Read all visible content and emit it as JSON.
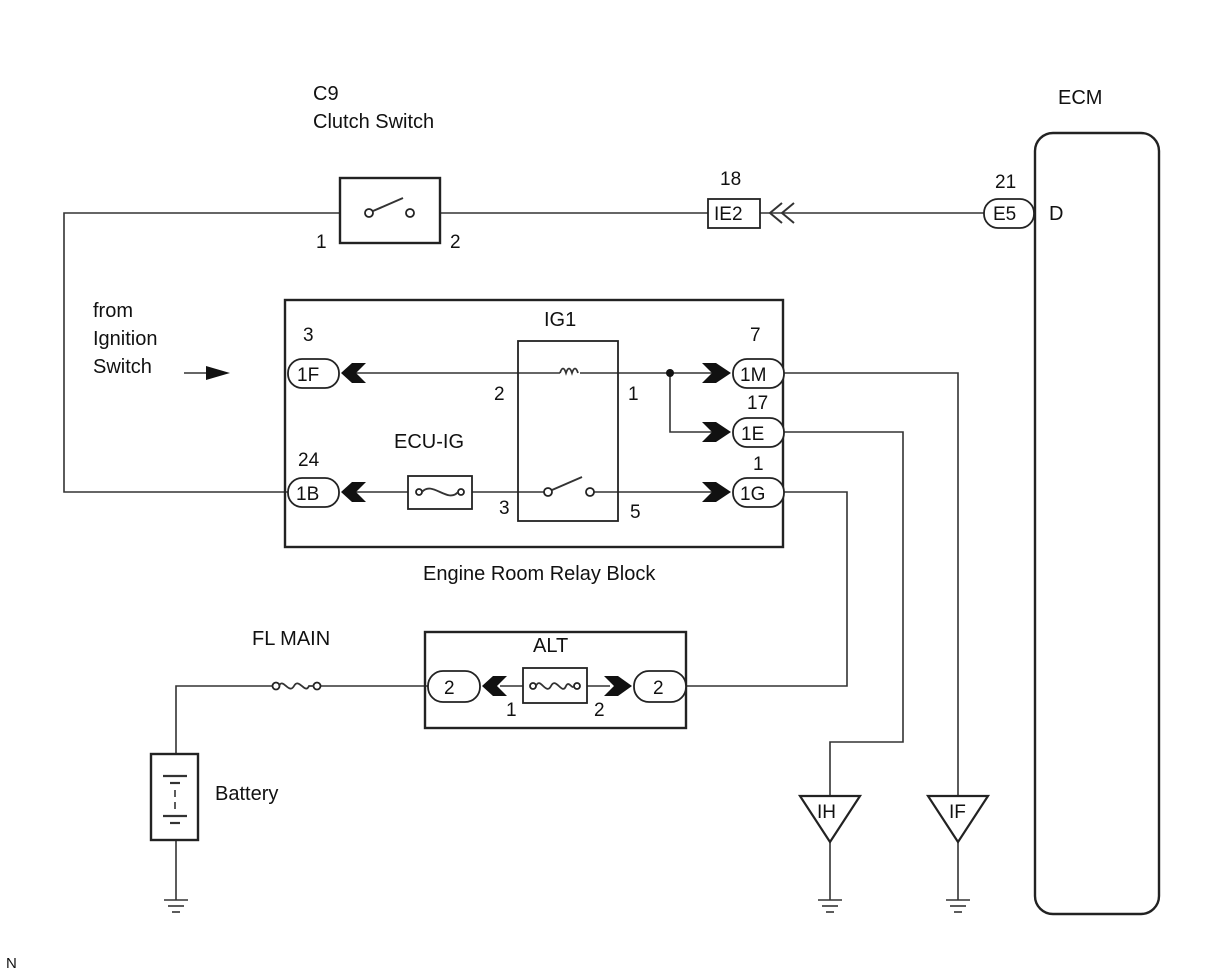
{
  "components": {
    "clutch_switch": {
      "code": "C9",
      "name": "Clutch Switch",
      "pin1": "1",
      "pin2": "2"
    },
    "ecm": {
      "name": "ECM",
      "connector": "E5",
      "pin": "21",
      "terminal": "D"
    },
    "ie2": {
      "connector": "IE2",
      "pin": "18"
    },
    "ignition_source": {
      "label_line1": "from",
      "label_line2": "Ignition",
      "label_line3": "Switch"
    },
    "relay_block": {
      "name": "Engine Room Relay Block",
      "relay_name": "IG1",
      "fuse_name": "ECU-IG",
      "relay_pins": {
        "coil_left": "2",
        "coil_right": "1",
        "switch_left": "3",
        "switch_right": "5"
      },
      "connectors": [
        {
          "id": "1F",
          "pin": "3"
        },
        {
          "id": "1B",
          "pin": "24"
        },
        {
          "id": "1M",
          "pin": "7"
        },
        {
          "id": "1E",
          "pin": "17"
        },
        {
          "id": "1G",
          "pin": "1"
        }
      ]
    },
    "alt_block": {
      "fuse_name": "ALT",
      "left_connector": "2",
      "right_connector": "2",
      "pin_left": "1",
      "pin_right": "2"
    },
    "fl_main": {
      "name": "FL MAIN"
    },
    "battery": {
      "name": "Battery"
    },
    "grounds": {
      "ih": "IH",
      "if": "IF"
    }
  },
  "footer_mark": "N"
}
